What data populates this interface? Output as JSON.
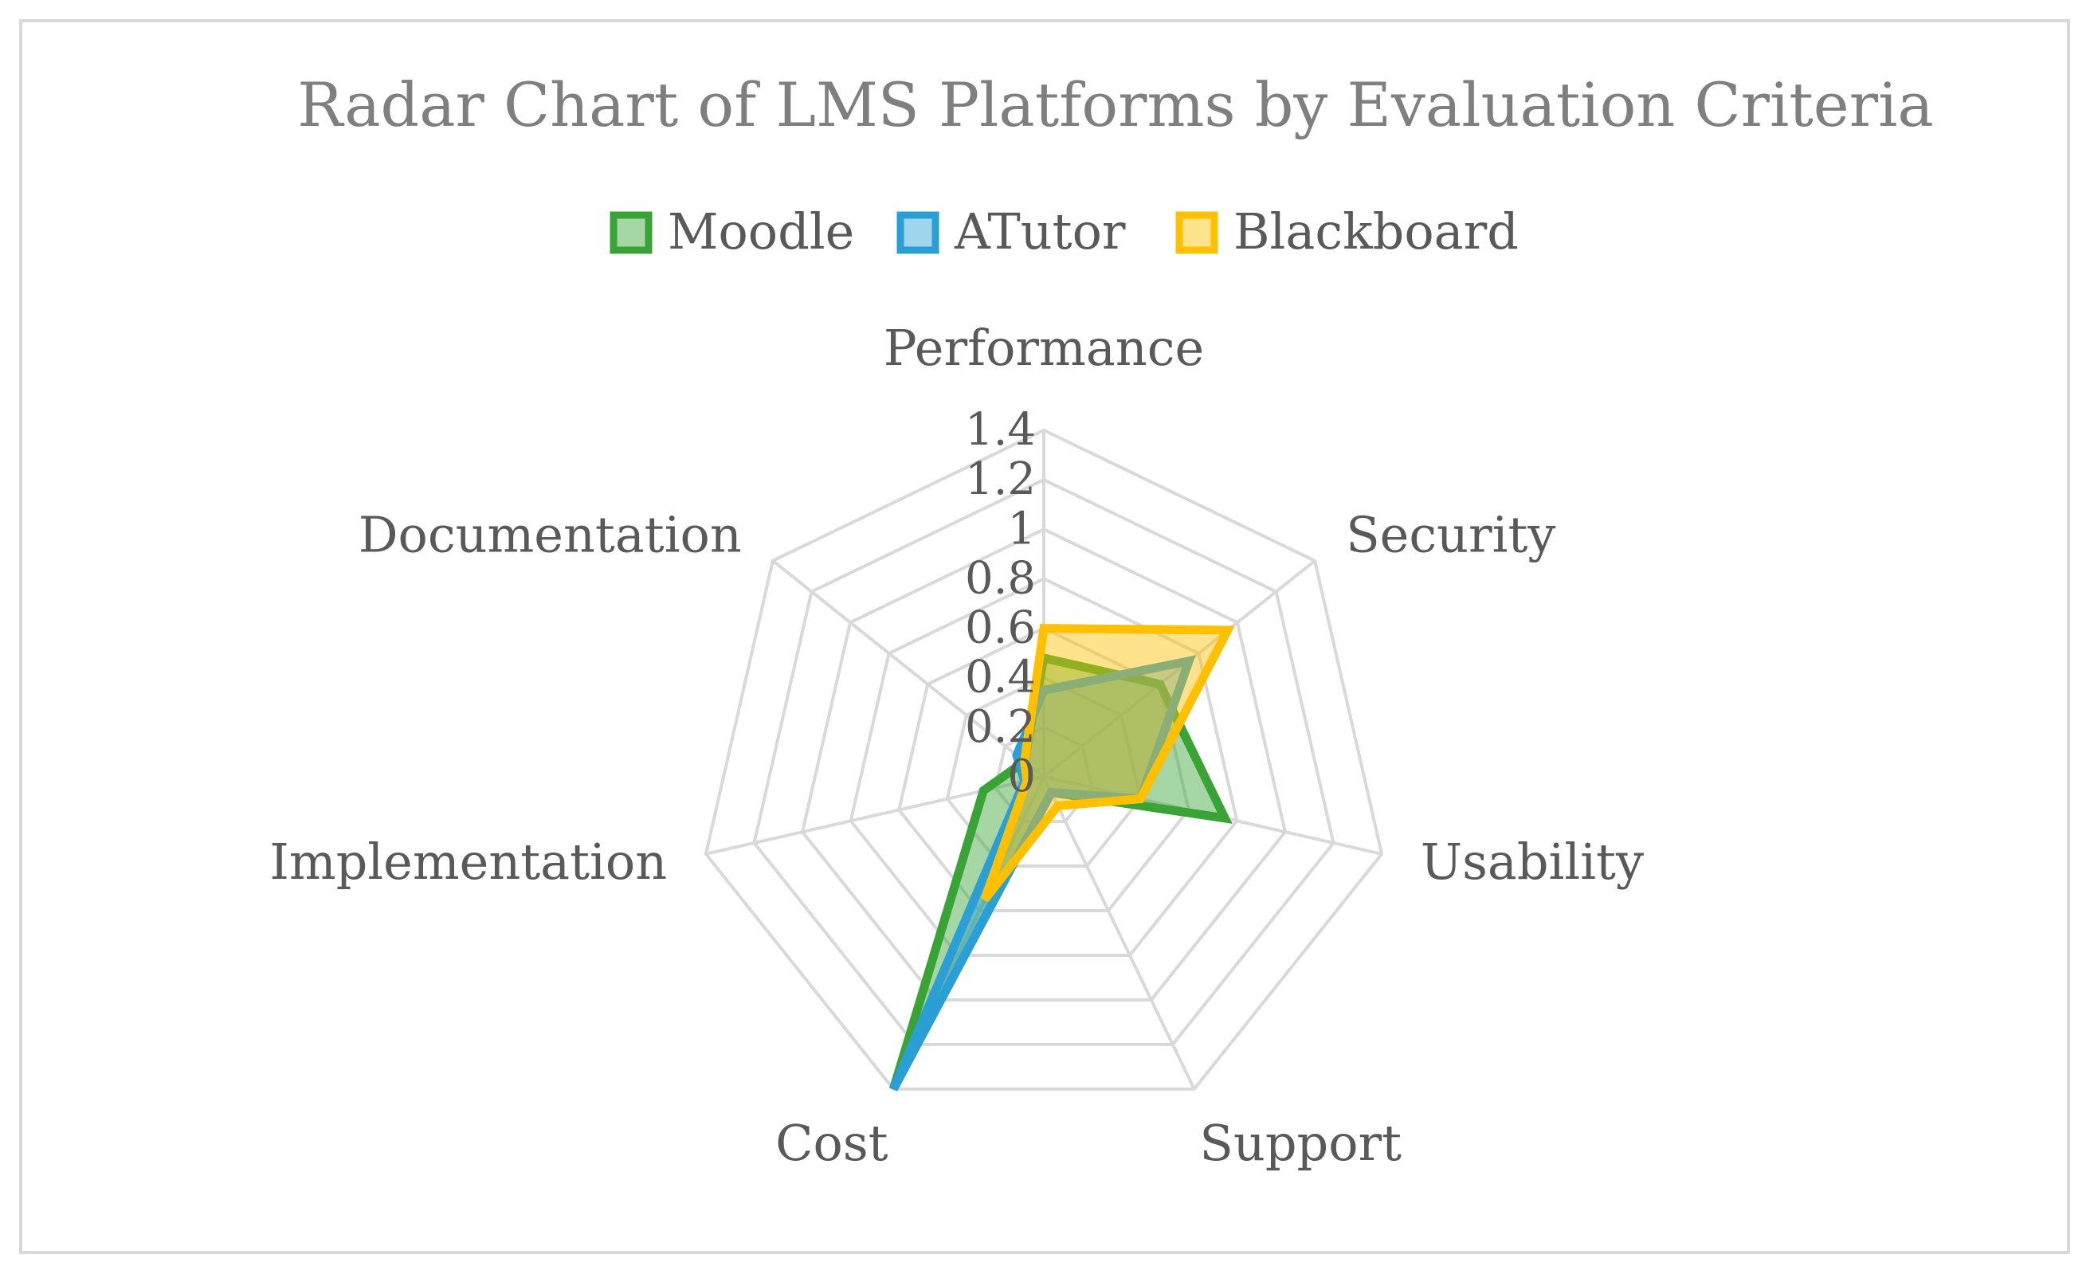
{
  "chart_data": {
    "type": "radar",
    "title": "Radar Chart of LMS Platforms by Evaluation Criteria",
    "categories": [
      "Performance",
      "Security",
      "Usability",
      "Support",
      "Cost",
      "Implementation",
      "Documentation"
    ],
    "rlim": [
      0,
      1.4
    ],
    "ticks": [
      "0",
      "0.2",
      "0.4",
      "0.6",
      "0.8",
      "1",
      "1.2",
      "1.4"
    ],
    "grid": true,
    "legend_position": "top",
    "series": [
      {
        "name": "Moodle",
        "values": [
          0.48,
          0.6,
          0.75,
          0.07,
          1.4,
          0.25,
          0.1
        ],
        "color": "#3aa335"
      },
      {
        "name": "ATutor",
        "values": [
          0.35,
          0.75,
          0.4,
          0.07,
          1.4,
          0.08,
          0.14
        ],
        "color": "#2a9fd6"
      },
      {
        "name": "Blackboard",
        "values": [
          0.6,
          0.95,
          0.4,
          0.13,
          0.55,
          0.07,
          0.1
        ],
        "color": "#ffc000"
      }
    ]
  }
}
